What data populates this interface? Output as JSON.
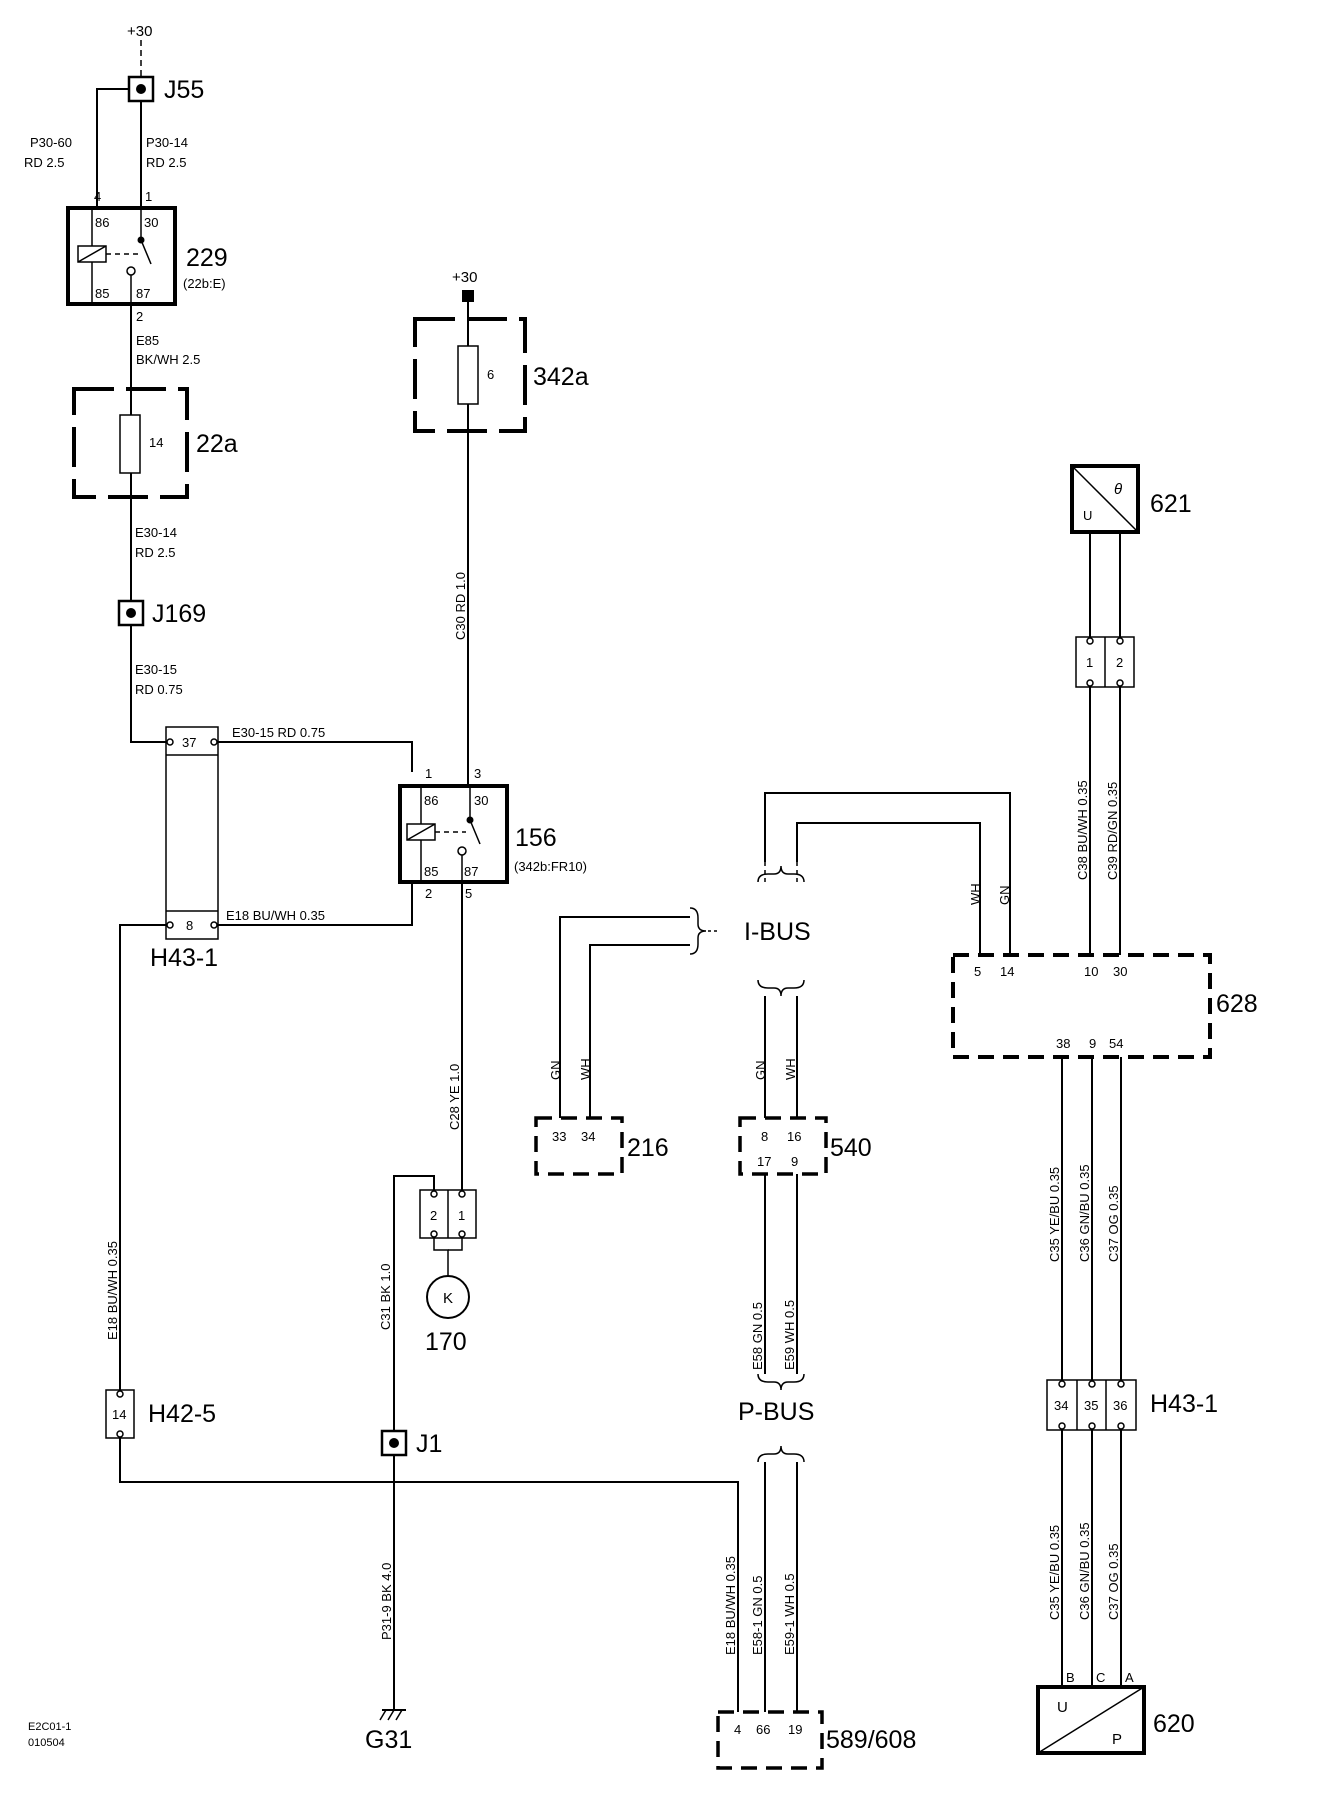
{
  "labels": {
    "plus30_top": "+30",
    "plus30_fuse": "+30",
    "j55": "J55",
    "j169": "J169",
    "j1": "J1",
    "h43_1_a": "H43-1",
    "h43_1_b": "H43-1",
    "h42_5": "H42-5",
    "g31": "G31",
    "c229": "229",
    "c229_ref": "(22b:E)",
    "c22a": "22a",
    "c342a": "342a",
    "c156": "156",
    "c156_ref": "(342b:FR10)",
    "c170": "170",
    "c216": "216",
    "c540": "540",
    "c589": "589/608",
    "c621": "621",
    "c628": "628",
    "c620": "620",
    "ibus": "I-BUS",
    "pbus": "P-BUS",
    "doc_id": "E2C01-1",
    "doc_date": "010504"
  },
  "wires": {
    "p30_60": "P30-60",
    "p30_60_spec": "RD  2.5",
    "p30_14": "P30-14",
    "p30_14_spec": "RD   2.5",
    "e85": "E85",
    "e85_spec": "BK/WH   2.5",
    "e30_14": "E30-14",
    "e30_14_spec": "RD   2.5",
    "e30_15": "E30-15",
    "e30_15_spec": "RD   0.75",
    "e30_15_h": "E30-15     RD   0.75",
    "e18_h": "E18   BU/WH  0.35",
    "c30": "C30   RD   1.0",
    "c28": "C28   YE   1.0",
    "c31": "C31   BK   1.0",
    "e18_v": "E18   BU/WH 0.35",
    "p31_9": "P31-9   BK   4.0",
    "gn": "GN",
    "wh": "WH",
    "e58": "E58   GN   0.5",
    "e59": "E59   WH   0.5",
    "e18_589": "E18   BU/WH   0.35",
    "e58_1": "E58-1   GN   0.5",
    "e59_1": "E59-1   WH   0.5",
    "c38": "C38   BU/WH   0.35",
    "c39": "C39   RD/GN   0.35",
    "c35": "C35   YE/BU   0.35",
    "c36": "C36   GN/BU   0.35",
    "c37": "C37   OG   0.35"
  },
  "pins": {
    "r229_86": "86",
    "r229_30": "30",
    "r229_85": "85",
    "r229_87": "87",
    "r229_p4": "4",
    "r229_p1": "1",
    "r229_p2": "2",
    "fuse_22a": "14",
    "fuse_342a": "6",
    "h43_37": "37",
    "h43_8": "8",
    "r156_86": "86",
    "r156_30": "30",
    "r156_85": "85",
    "r156_87": "87",
    "r156_p1": "1",
    "r156_p3": "3",
    "r156_p2": "2",
    "r156_p5": "5",
    "c170_2": "2",
    "c170_1": "1",
    "motor_k": "K",
    "h42_14": "14",
    "p216_33": "33",
    "p216_34": "34",
    "p540_8": "8",
    "p540_16": "16",
    "p540_17": "17",
    "p540_9": "9",
    "p589_4": "4",
    "p589_66": "66",
    "p589_19": "19",
    "s621_u": "U",
    "s621_theta": "θ",
    "c621_1": "1",
    "c621_2": "2",
    "p628_5": "5",
    "p628_14": "14",
    "p628_10": "10",
    "p628_30": "30",
    "p628_38": "38",
    "p628_9": "9",
    "p628_54": "54",
    "h43_34": "34",
    "h43_35": "35",
    "h43_36": "36",
    "s620_b": "B",
    "s620_c": "C",
    "s620_a": "A",
    "s620_u": "U",
    "s620_p": "P"
  }
}
